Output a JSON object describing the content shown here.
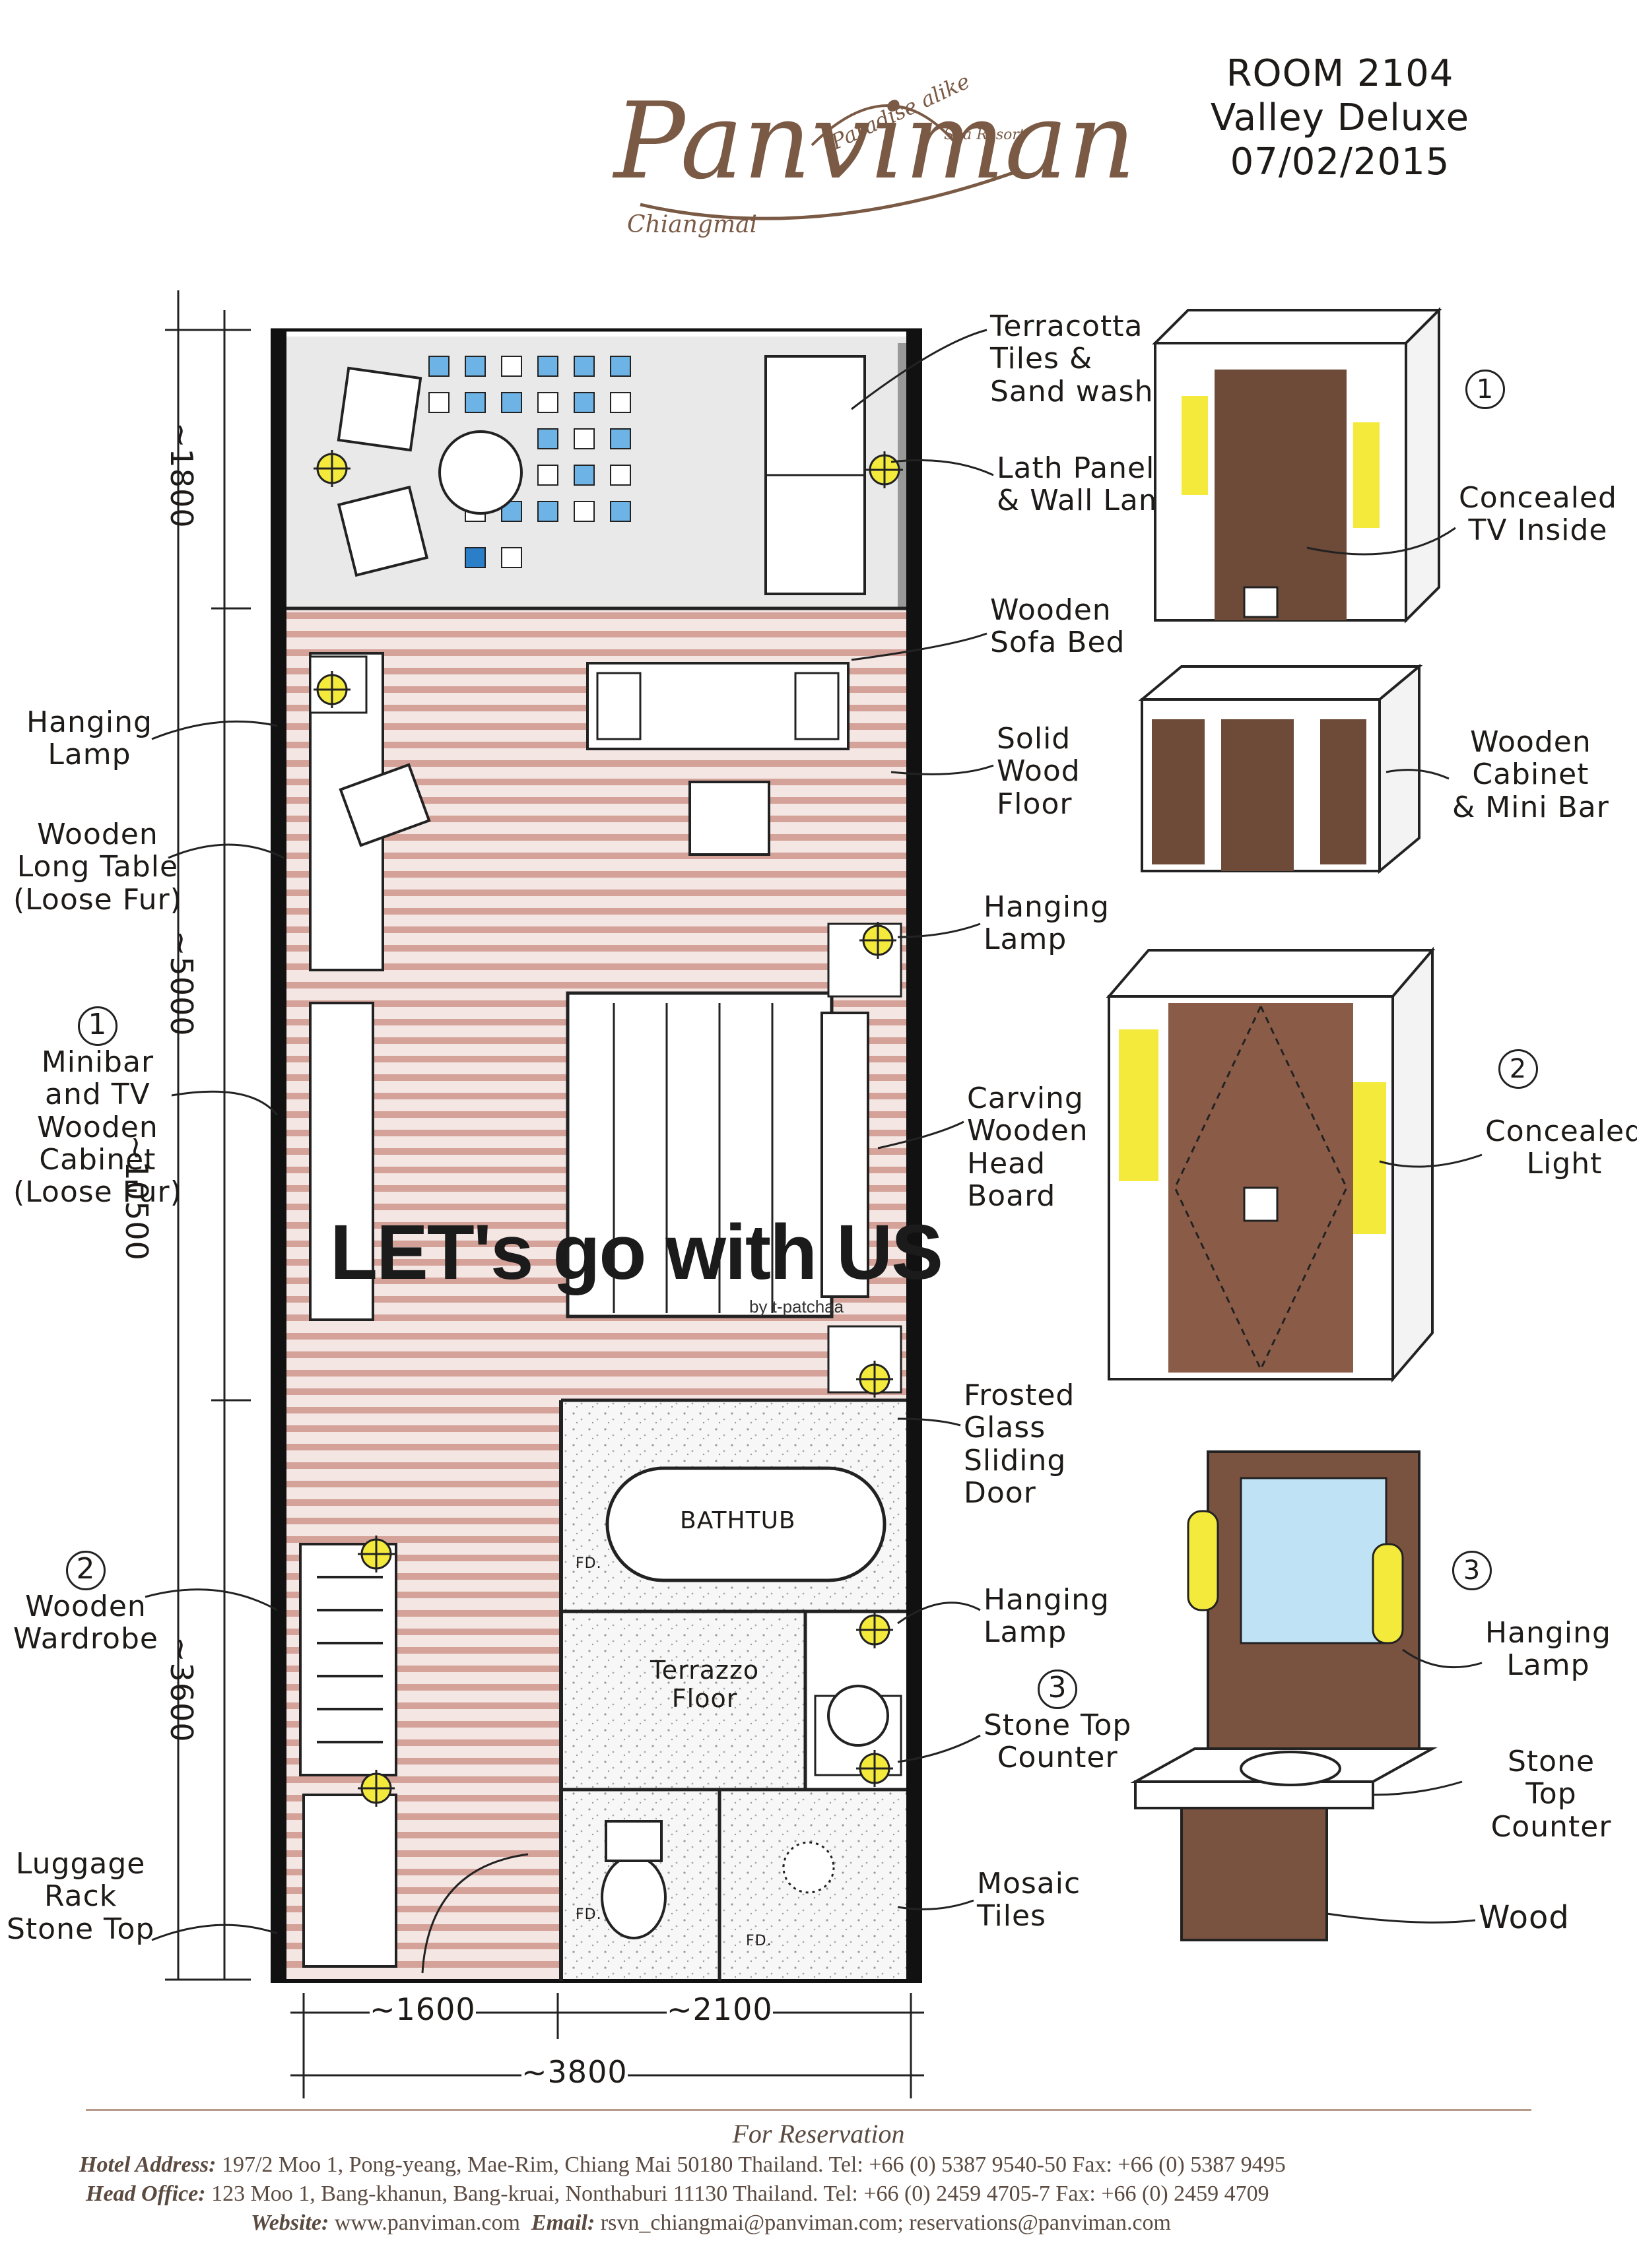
{
  "header": {
    "brand": "Panviman",
    "tagline": "Paradise alike",
    "city": "Chiangmai",
    "spa": "Spa Resort",
    "room": "ROOM 2104",
    "room_type": "Valley Deluxe",
    "date": "07/02/2015"
  },
  "dimensions": {
    "left": [
      "~1800",
      "~5000",
      "~3600"
    ],
    "total_height": "~10500",
    "bottom": [
      "~1600",
      "~2100"
    ],
    "total_width": "~3800"
  },
  "plan_labels": {
    "bathtub": "BATHTUB",
    "terrazzo": [
      "Terrazzo",
      "Floor"
    ],
    "fd": "FD."
  },
  "callouts_left": [
    {
      "lines": [
        "Hanging",
        "Lamp"
      ]
    },
    {
      "lines": [
        "Wooden",
        "Long Table",
        "(Loose Fur)"
      ]
    },
    {
      "num": "1",
      "lines": [
        "Minibar",
        "and TV",
        "Wooden",
        "Cabinet",
        "(Loose Fur)"
      ]
    },
    {
      "num": "2",
      "lines": [
        "Wooden",
        "Wardrobe"
      ]
    },
    {
      "lines": [
        "Luggage",
        "Rack",
        "Stone Top"
      ]
    }
  ],
  "callouts_right": [
    {
      "lines": [
        "Terracotta",
        "Tiles &",
        "Sand wash"
      ]
    },
    {
      "lines": [
        "Lath Panel",
        "& Wall Lamp"
      ]
    },
    {
      "lines": [
        "Wooden",
        "Sofa Bed"
      ]
    },
    {
      "lines": [
        "Solid",
        "Wood",
        "Floor"
      ]
    },
    {
      "lines": [
        "Hanging",
        "Lamp"
      ]
    },
    {
      "lines": [
        "Carving",
        "Wooden",
        "Head",
        "Board"
      ]
    },
    {
      "lines": [
        "Frosted",
        "Glass",
        "Sliding",
        "Door"
      ]
    },
    {
      "lines": [
        "Hanging",
        "Lamp"
      ]
    },
    {
      "num": "3",
      "lines": [
        "Stone Top",
        "Counter"
      ]
    },
    {
      "lines": [
        "Mosaic",
        "Tiles"
      ]
    }
  ],
  "details": {
    "d1": {
      "num": "1",
      "lines": [
        "Concealed",
        "TV Inside"
      ],
      "cabinet": [
        "Wooden",
        "Cabinet",
        "& Mini Bar"
      ]
    },
    "d2": {
      "num": "2",
      "lines": [
        "Concealed",
        "Light"
      ]
    },
    "d3": {
      "num": "3",
      "lamp": [
        "Hanging",
        "Lamp"
      ],
      "counter": [
        "Stone",
        "Top Counter"
      ],
      "wood": "Wood"
    }
  },
  "watermark": {
    "title": "LET's go with US",
    "byline": "by t-patchaa"
  },
  "footer": {
    "heading": "For Reservation",
    "address_label": "Hotel Address:",
    "address": "197/2 Moo 1, Pong-yeang, Mae-Rim, Chiang Mai 50180 Thailand. Tel: +66 (0) 5387 9540-50 Fax: +66 (0) 5387 9495",
    "office_label": "Head Office:",
    "office": "123 Moo 1, Bang-khanun, Bang-kruai, Nonthaburi 11130 Thailand.  Tel: +66 (0) 2459 4705-7  Fax: +66 (0) 2459 4709",
    "web_label": "Website:",
    "web": "www.panviman.com",
    "email_label": "Email:",
    "email": "rsvn_chiangmai@panviman.com; reservations@panviman.com"
  },
  "colors": {
    "wood": "#b9796e",
    "ink": "#1d1a18",
    "tile_blue": "#6db3e6",
    "lamp_yellow": "#f3ea3c",
    "brand": "#7a5a45",
    "dark_wood": "#6e4a38"
  }
}
